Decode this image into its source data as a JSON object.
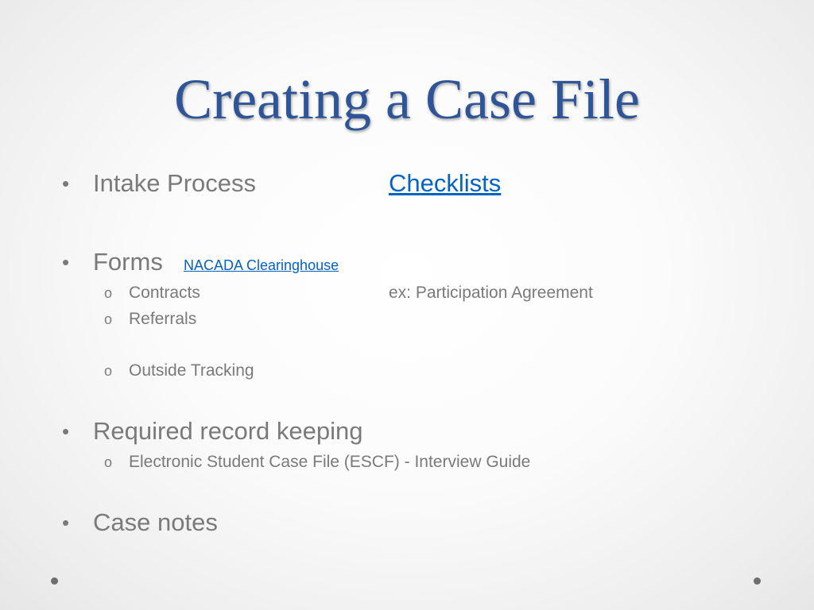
{
  "slide": {
    "title": "Creating a Case File",
    "bullet_l1": "•",
    "bullet_l2": "o",
    "items": [
      {
        "label": "Intake Process",
        "link": "Checklists"
      },
      {
        "label": "Forms",
        "link": "NACADA Clearinghouse",
        "subitems": [
          {
            "label": "Contracts",
            "note": "ex: Participation Agreement"
          },
          {
            "label": "Referrals"
          },
          {
            "label": "Outside Tracking"
          }
        ]
      },
      {
        "label": "Required record keeping",
        "subitems": [
          {
            "label": "Electronic Student Case File (ESCF) - Interview Guide"
          }
        ]
      },
      {
        "label": "Case notes"
      }
    ]
  }
}
